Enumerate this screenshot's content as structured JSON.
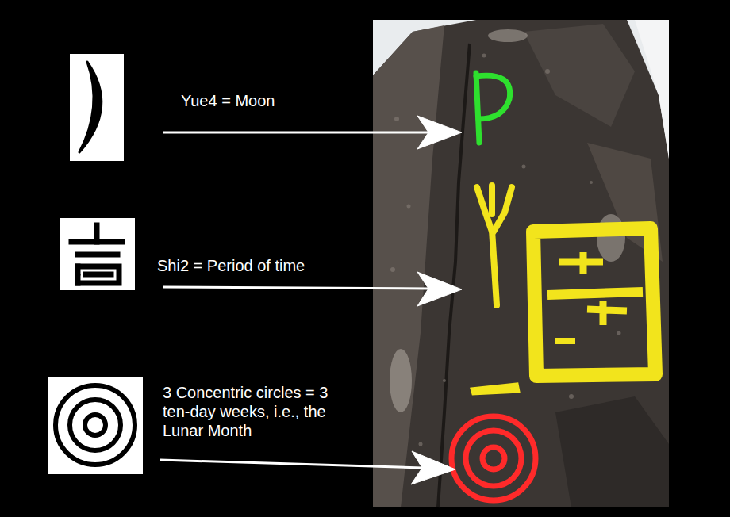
{
  "diagram": {
    "labels": [
      "Yue4 = Moon",
      "Shi2 = Period of time",
      "3 Concentric circles = 3 ten-day weeks, i.e., the Lunar Month"
    ]
  }
}
